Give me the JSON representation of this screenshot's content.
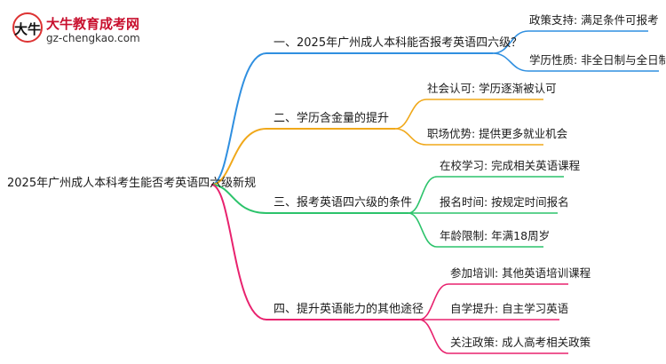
{
  "logo": {
    "badge_text": "大牛",
    "title": "大牛教育成考网",
    "url": "gz-chengkao.com"
  },
  "root": {
    "label": "2025年广州成人本科考生能否考英语四六级新规"
  },
  "branches": [
    {
      "label": "一、2025年广州成人本科能否报考英语四六级？",
      "color": "#2f8fe0",
      "children": [
        {
          "label": "政策支持: 满足条件可报考"
        },
        {
          "label": "学历性质: 非全日制与全日制相似"
        }
      ]
    },
    {
      "label": "二、学历含金量的提升",
      "color": "#f0a81a",
      "children": [
        {
          "label": "社会认可: 学历逐渐被认可"
        },
        {
          "label": "职场优势: 提供更多就业机会"
        }
      ]
    },
    {
      "label": "三、报考英语四六级的条件",
      "color": "#2cc36b",
      "children": [
        {
          "label": "在校学习: 完成相关英语课程"
        },
        {
          "label": "报名时间: 按规定时间报名"
        },
        {
          "label": "年龄限制: 年满18周岁"
        }
      ]
    },
    {
      "label": "四、提升英语能力的其他途径",
      "color": "#e8226e",
      "children": [
        {
          "label": "参加培训: 其他英语培训课程"
        },
        {
          "label": "自学提升: 自主学习英语"
        },
        {
          "label": "关注政策: 成人高考相关政策"
        }
      ]
    }
  ]
}
